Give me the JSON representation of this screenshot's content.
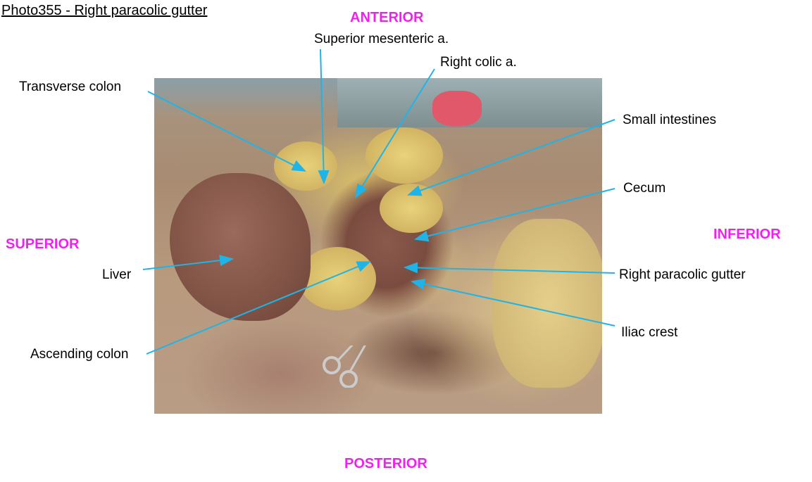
{
  "title": "Photo355 - Right paracolic gutter",
  "orientation": {
    "anterior": "ANTERIOR",
    "posterior": "POSTERIOR",
    "superior": "SUPERIOR",
    "inferior": "INFERIOR"
  },
  "labels": {
    "transverse_colon": "Transverse colon",
    "superior_mesenteric": "Superior mesenteric a.",
    "right_colic": "Right colic a.",
    "small_intestines": "Small intestines",
    "cecum": "Cecum",
    "right_paracolic_gutter": "Right paracolic gutter",
    "iliac_crest": "Iliac crest",
    "liver": "Liver",
    "ascending_colon": "Ascending colon"
  },
  "colors": {
    "leader": "#1fb4e8",
    "orientation": "#f020f0"
  }
}
